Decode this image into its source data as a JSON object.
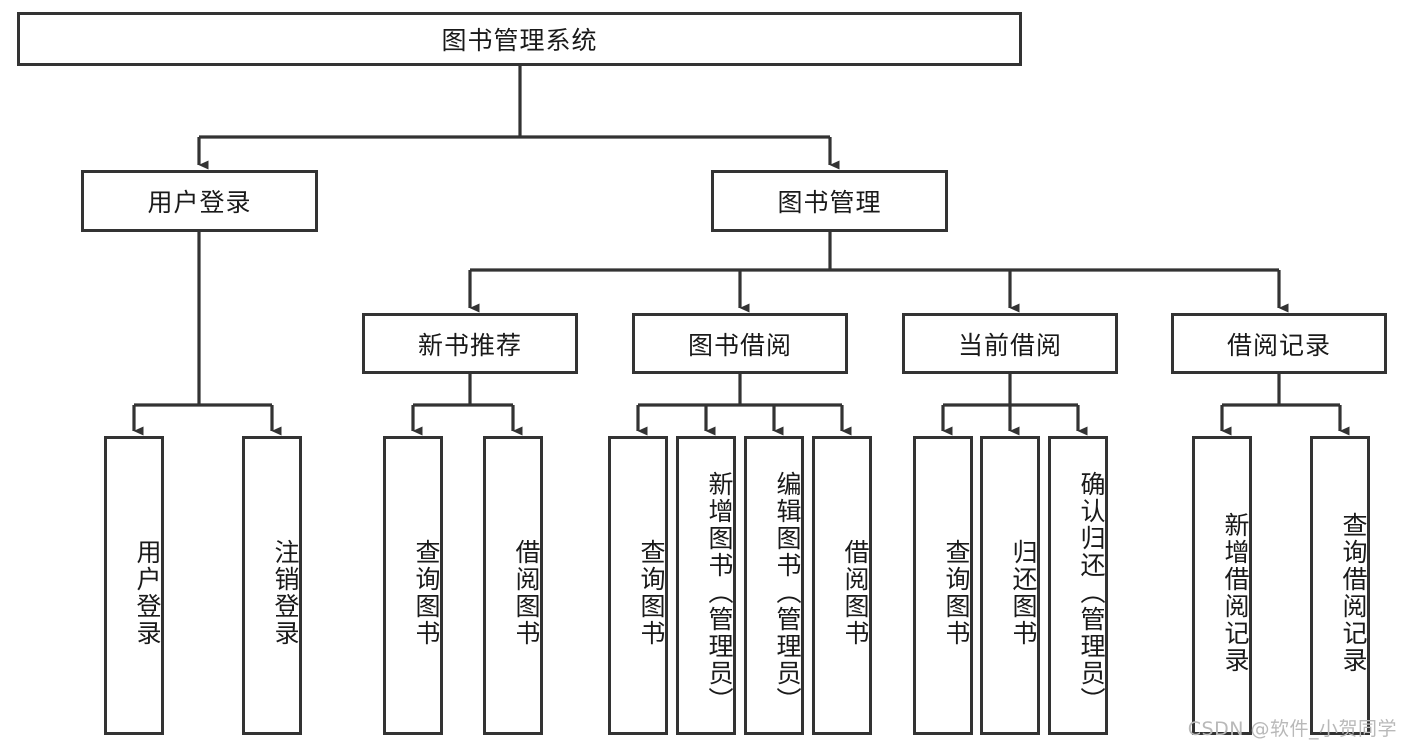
{
  "diagram": {
    "type": "tree-hierarchy",
    "title": "图书管理系统",
    "watermark": "CSDN @软件_小贺同学",
    "colors": {
      "box_border": "#333333",
      "box_fill": "#ffffff",
      "connector": "#333333",
      "text": "#1a1a1a",
      "watermark": "#b9b9b9",
      "background": "#ffffff"
    },
    "levels": {
      "root": {
        "label": "图书管理系统",
        "orientation": "horizontal"
      },
      "level2": [
        {
          "label": "用户登录",
          "orientation": "horizontal"
        },
        {
          "label": "图书管理",
          "orientation": "horizontal"
        }
      ],
      "level3": [
        {
          "label": "新书推荐",
          "orientation": "horizontal",
          "parent": "图书管理"
        },
        {
          "label": "图书借阅",
          "orientation": "horizontal",
          "parent": "图书管理"
        },
        {
          "label": "当前借阅",
          "orientation": "horizontal",
          "parent": "图书管理"
        },
        {
          "label": "借阅记录",
          "orientation": "horizontal",
          "parent": "图书管理"
        }
      ],
      "leaves": {
        "user_login": [
          {
            "label": "用户登录",
            "orientation": "vertical"
          },
          {
            "label": "注销登录",
            "orientation": "vertical"
          }
        ],
        "new_book_recommend": [
          {
            "label": "查询图书",
            "orientation": "vertical"
          },
          {
            "label": "借阅图书",
            "orientation": "vertical"
          }
        ],
        "book_borrow": [
          {
            "label": "查询图书",
            "orientation": "vertical"
          },
          {
            "label": "新增图书（管理员）",
            "orientation": "vertical"
          },
          {
            "label": "编辑图书（管理员）",
            "orientation": "vertical"
          },
          {
            "label": "借阅图书",
            "orientation": "vertical"
          }
        ],
        "current_borrow": [
          {
            "label": "查询图书",
            "orientation": "vertical"
          },
          {
            "label": "归还图书",
            "orientation": "vertical"
          },
          {
            "label": "确认归还（管理员）",
            "orientation": "vertical"
          }
        ],
        "borrow_record": [
          {
            "label": "新增借阅记录",
            "orientation": "vertical"
          },
          {
            "label": "查询借阅记录",
            "orientation": "vertical"
          }
        ]
      }
    }
  }
}
